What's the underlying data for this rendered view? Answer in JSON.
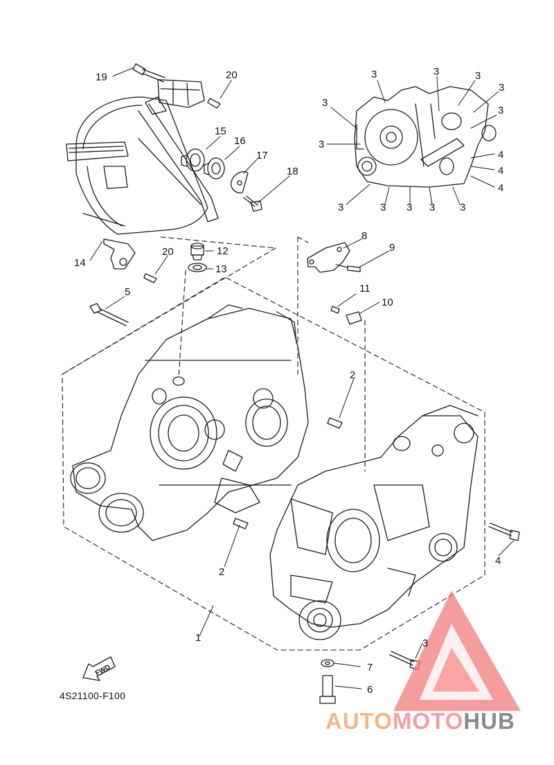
{
  "diagram": {
    "part_code": "4S21100-F100",
    "fwd_label": "FWD",
    "callouts": [
      "1",
      "2",
      "2",
      "3",
      "3",
      "3",
      "3",
      "3",
      "3",
      "3",
      "3",
      "3",
      "3",
      "3",
      "3",
      "3",
      "4",
      "4",
      "4",
      "4",
      "5",
      "6",
      "7",
      "8",
      "9",
      "10",
      "11",
      "12",
      "13",
      "14",
      "15",
      "16",
      "17",
      "18",
      "19",
      "20",
      "20"
    ]
  },
  "watermark": {
    "part1": "AUTO",
    "part2": "MOTO",
    "part3": "HUB",
    "colors": {
      "auto": "#f6b785",
      "moto": "#f0a0a2",
      "hub": "#8a8a8a",
      "logo": "#f27c7c"
    }
  }
}
